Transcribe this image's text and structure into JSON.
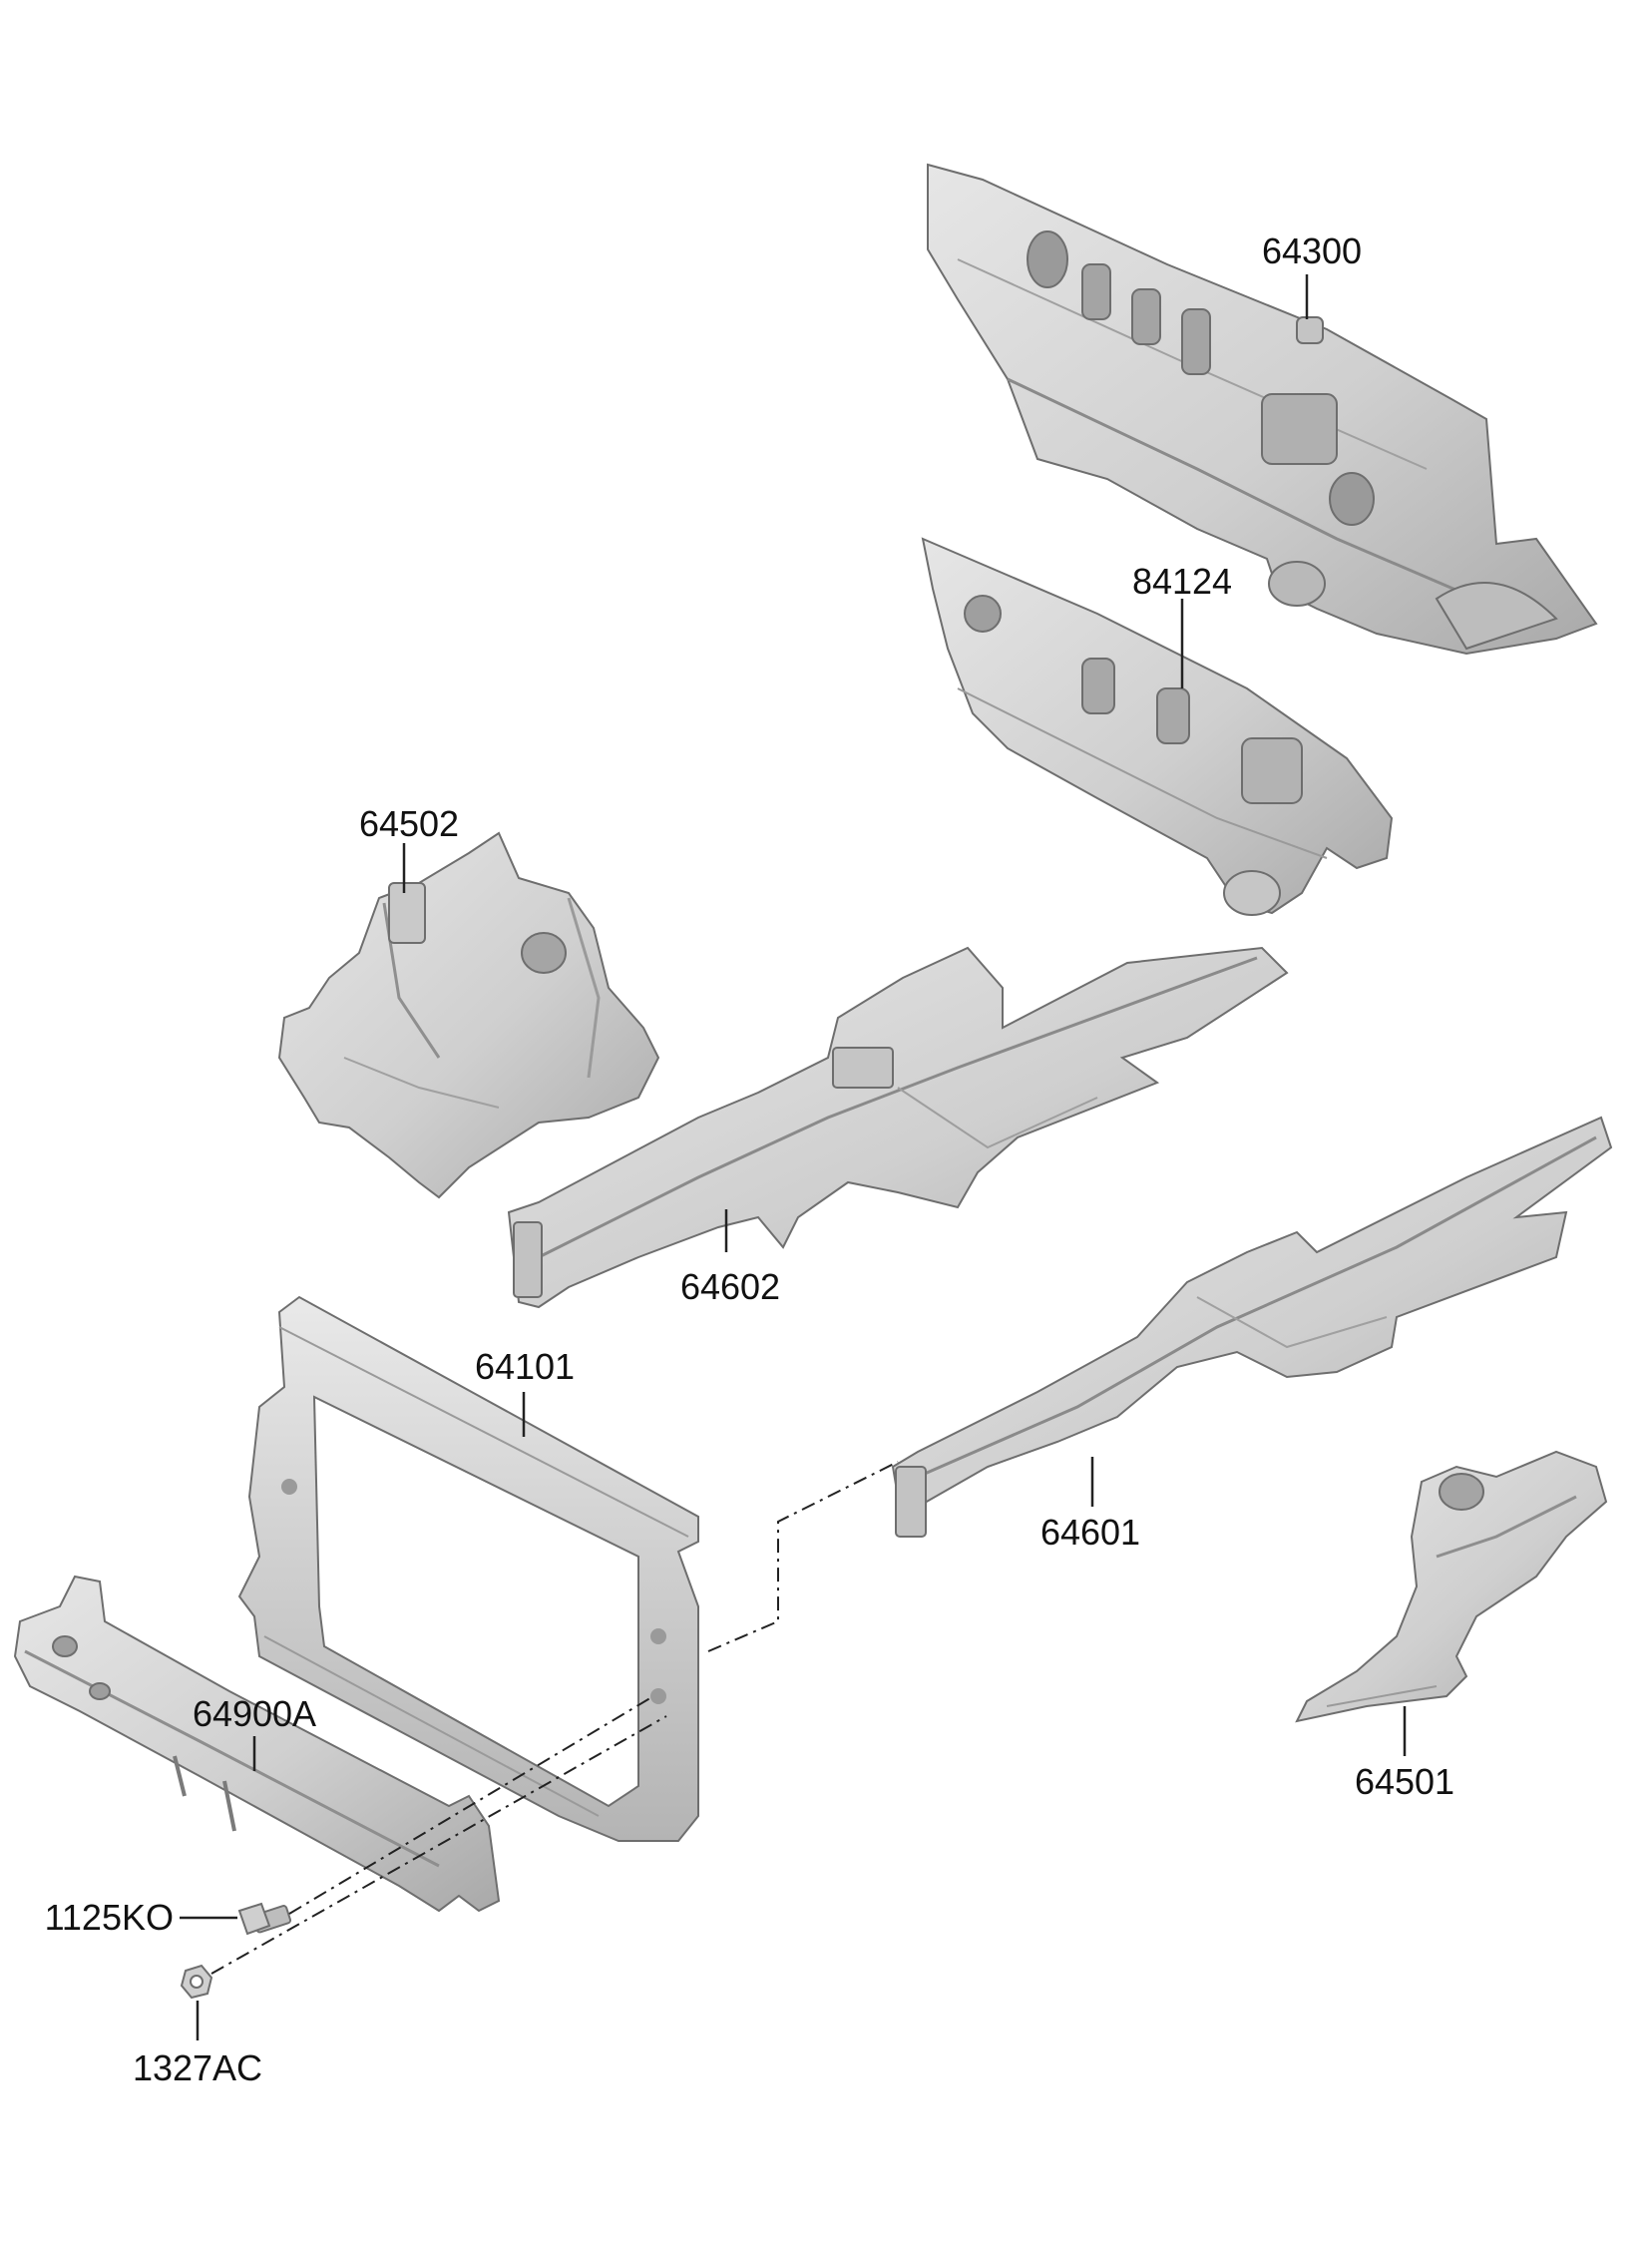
{
  "diagram": {
    "labels": {
      "p64300": "64300",
      "p84124": "84124",
      "p64502": "64502",
      "p64602": "64602",
      "p64101": "64101",
      "p64601": "64601",
      "p64900A": "64900A",
      "p64501": "64501",
      "p1125KO": "1125KO",
      "p1327AC": "1327AC"
    },
    "colors": {
      "part_fill": "#d9d9d9",
      "part_shade": "#bdbdbd",
      "part_dark": "#9a9a9a",
      "part_stroke": "#6e6e6e",
      "leader": "#222222",
      "text": "#111111"
    }
  }
}
